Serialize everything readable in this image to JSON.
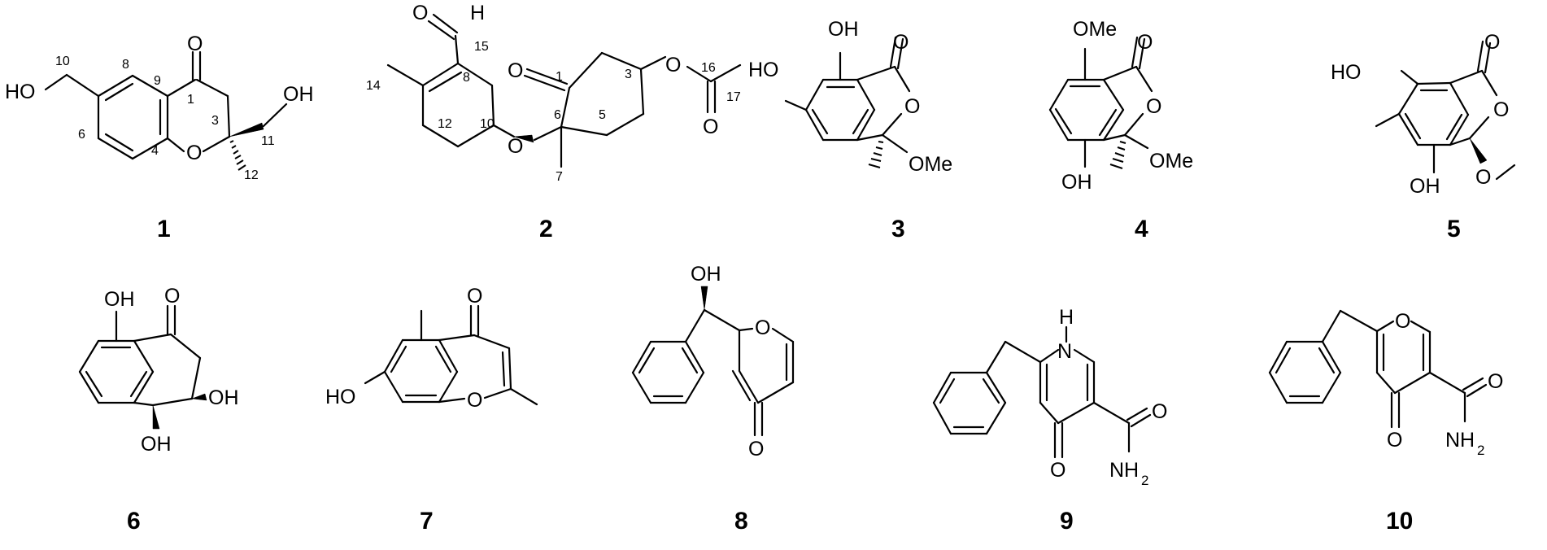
{
  "figure": {
    "compounds": [
      {
        "id": "1",
        "atoms": [
          "O",
          "HO",
          "OH",
          "O"
        ],
        "atom_numbers": [
          "10",
          "8",
          "9",
          "1",
          "6",
          "4",
          "3",
          "11",
          "12"
        ]
      },
      {
        "id": "2",
        "atoms": [
          "O",
          "H",
          "O",
          "O",
          "O",
          "O"
        ],
        "atom_numbers": [
          "15",
          "8",
          "14",
          "12",
          "10",
          "1",
          "6",
          "3",
          "5",
          "7",
          "16",
          "17"
        ]
      },
      {
        "id": "3",
        "atoms": [
          "OH",
          "HO",
          "O",
          "O",
          "OMe"
        ]
      },
      {
        "id": "4",
        "atoms": [
          "OMe",
          "O",
          "O",
          "OH",
          "OMe"
        ]
      },
      {
        "id": "5",
        "atoms": [
          "O",
          "HO",
          "O",
          "OH",
          "O"
        ]
      },
      {
        "id": "6",
        "atoms": [
          "OH",
          "O",
          "OH",
          "OH"
        ]
      },
      {
        "id": "7",
        "atoms": [
          "O",
          "HO",
          "O"
        ]
      },
      {
        "id": "8",
        "atoms": [
          "OH",
          "O",
          "O"
        ]
      },
      {
        "id": "9",
        "atoms": [
          "H",
          "N",
          "O",
          "O",
          "NH",
          "2"
        ]
      },
      {
        "id": "10",
        "atoms": [
          "O",
          "O",
          "O",
          "NH",
          "2"
        ]
      }
    ]
  }
}
